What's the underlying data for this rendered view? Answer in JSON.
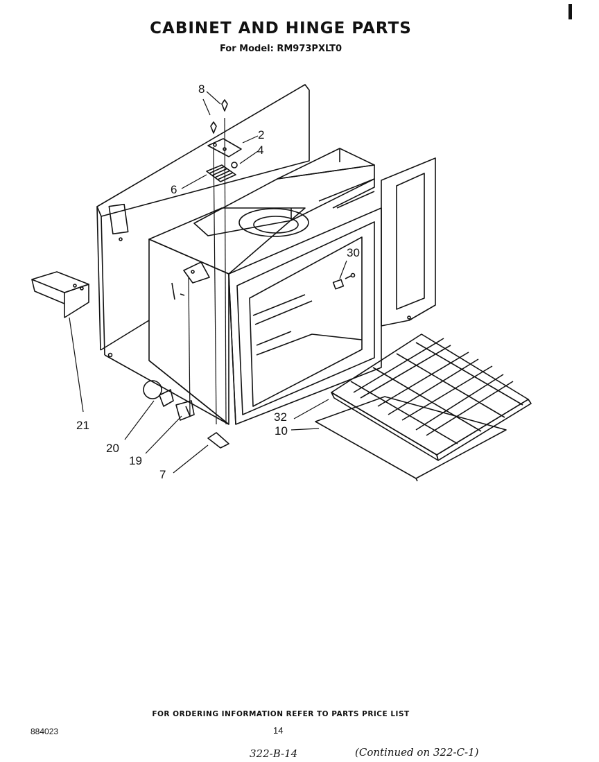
{
  "header": {
    "title": "CABINET AND HINGE PARTS",
    "model_line": "For Model: RM973PXLT0"
  },
  "diagram": {
    "callouts": [
      "8",
      "2",
      "4",
      "6",
      "30",
      "21",
      "20",
      "19",
      "7",
      "32",
      "10"
    ]
  },
  "footer": {
    "ordering_note": "FOR ORDERING INFORMATION REFER TO PARTS PRICE LIST",
    "document_number": "884023",
    "page_number": "14",
    "handwritten_ref": "322-B-14",
    "handwritten_continued": "(Continued on 322-C-1)"
  }
}
